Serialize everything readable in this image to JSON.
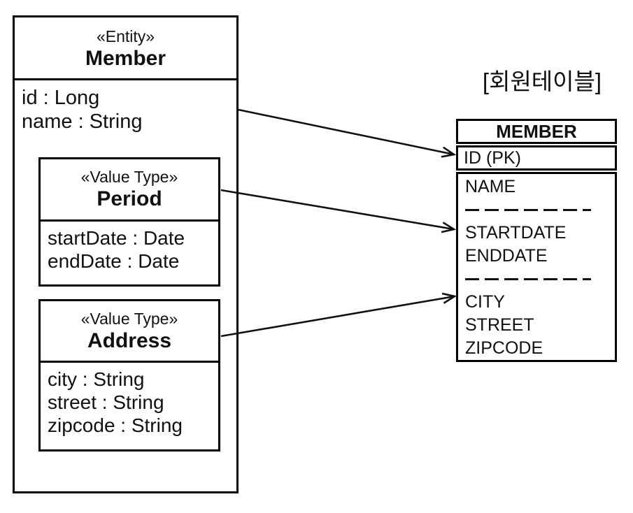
{
  "diagram": {
    "entity": {
      "stereotype": "«Entity»",
      "name": "Member",
      "attributes": [
        "id : Long",
        "name : String"
      ],
      "value_types": [
        {
          "stereotype": "«Value Type»",
          "name": "Period",
          "attributes": [
            "startDate : Date",
            "endDate : Date"
          ]
        },
        {
          "stereotype": "«Value Type»",
          "name": "Address",
          "attributes": [
            "city : String",
            "street : String",
            "zipcode : String"
          ]
        }
      ]
    },
    "table_caption": "[회원테이블]",
    "table": {
      "name": "MEMBER",
      "pk_row": "ID (PK)",
      "groups": [
        {
          "fields": [
            "NAME"
          ]
        },
        {
          "fields": [
            "STARTDATE",
            "ENDDATE"
          ]
        },
        {
          "fields": [
            "CITY",
            "STREET",
            "ZIPCODE"
          ]
        }
      ]
    },
    "connectors": [
      {
        "from": "member-attributes",
        "to": "table-pk-row"
      },
      {
        "from": "period-value-type",
        "to": "table-date-fields"
      },
      {
        "from": "address-value-type",
        "to": "table-address-fields"
      }
    ],
    "colors": {
      "stroke": "#000000",
      "background": "#ffffff",
      "text": "#111111"
    }
  }
}
